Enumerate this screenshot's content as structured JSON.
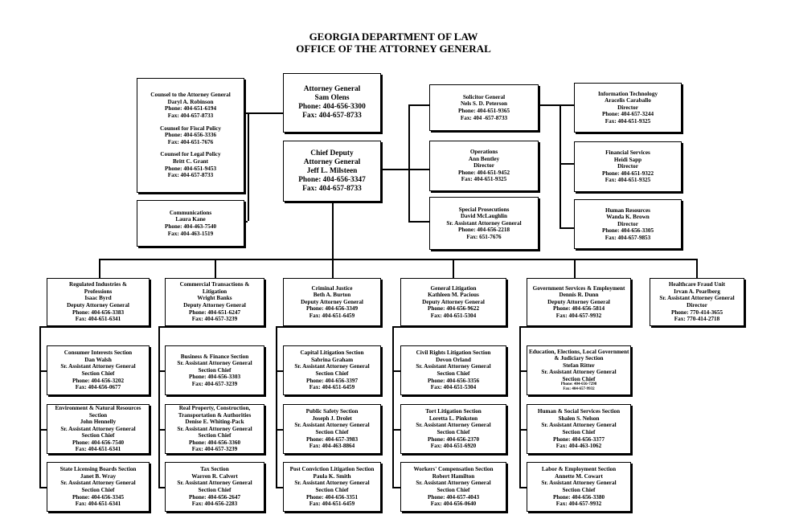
{
  "header": {
    "line1": "GEORGIA DEPARTMENT OF LAW",
    "line2": "OFFICE OF THE ATTORNEY GENERAL"
  },
  "counsel_group": {
    "sections": [
      [
        "Counsel to the Attorney General",
        "Daryl A. Robinson",
        "Phone: 404-651-6194",
        "Fax: 404-657-8733"
      ],
      [
        "Counsel for Fiscal Policy",
        "Phone: 404-656-3336",
        "Fax: 404-651-7676"
      ],
      [
        "Counsel for Legal Policy",
        "Britt C. Grant",
        "Phone: 404-651-9453",
        "Fax: 404-657-8733"
      ]
    ]
  },
  "communications": [
    "Communications",
    "Laura Kane",
    "Phone: 404-463-7540",
    "Fax: 404-463-1519"
  ],
  "attorney_general": [
    "Attorney General",
    "Sam Olens",
    "Phone: 404-656-3300",
    "Fax: 404-657-8733"
  ],
  "chief_deputy": [
    "Chief Deputy",
    "Attorney General",
    "Jeff L. Milsteen",
    "Phone: 404-656-3347",
    "Fax: 404-657-8733"
  ],
  "solicitor_general": [
    "Solicitor General",
    "Nels S. D. Peterson",
    "Phone: 404-651-9365",
    "Fax: 404 -657-8733"
  ],
  "operations": [
    "Operations",
    "Ann Bentley",
    "Director",
    "Phone: 404-651-9452",
    "Fax: 404-651-9325"
  ],
  "special_prosecutions": [
    "Special Prosecutions",
    "David McLaughlin",
    "Sr. Assistant Attorney General",
    "Phone: 404-656-2218",
    "Fax: 651-7676"
  ],
  "information_technology": [
    "Information Technology",
    "Aracelis Caraballo",
    "Director",
    "Phone: 404-657-3244",
    "Fax: 404-651-9325"
  ],
  "financial_services": [
    "Financial Services",
    "Heidi Sapp",
    "Director",
    "Phone: 404-651-9322",
    "Fax: 404-651-9325"
  ],
  "human_resources": [
    "Human Resources",
    "Wanda K. Brown",
    "Director",
    "Phone: 404-656-3305",
    "Fax: 404-657-9853"
  ],
  "divisions": [
    {
      "head": [
        "Regulated Industries &",
        "Professions",
        "Isaac Byrd",
        "Deputy Attorney General",
        "Phone: 404-656-3383",
        "Fax: 404-651-6341"
      ],
      "sections": [
        [
          "Consumer Interests Section",
          "Dan Walsh",
          "Sr. Assistant Attorney General",
          "Section Chief",
          "Phone: 404-656-3202",
          "Fax: 404-656-0677"
        ],
        [
          "Environment & Natural Resources",
          "Section",
          "John Hennelly",
          "Sr. Assistant Attorney General",
          "Section Chief",
          "Phone: 404-656-7540",
          "Fax: 404-651-6341"
        ],
        [
          "State Licensing Boards Section",
          "Janet B. Wray",
          "Sr. Assistant Attorney General",
          "Section Chief",
          "Phone: 404-656-3345",
          "Fax: 404-651-6341"
        ]
      ]
    },
    {
      "head": [
        "Commercial Transactions &",
        "Litigation",
        "Wright Banks",
        "Deputy Attorney General",
        "Phone: 404-651-6247",
        "Fax: 404-657-3239"
      ],
      "sections": [
        [
          "Business & Finance Section",
          "Sr. Assistant Attorney General",
          "Section Chief",
          "Phone: 404-656-3303",
          "Fax: 404-657-3239"
        ],
        [
          "Real Property, Construction,",
          "Transportation & Authorities",
          "Denise E. Whiting-Pack",
          "Sr. Assistant Attorney General",
          "Section Chief",
          "Phone: 404-656-3360",
          "Fax: 404-657-3239"
        ],
        [
          "Tax Section",
          "Warren R. Calvert",
          "Sr. Assistant Attorney General",
          "Section Chief",
          "Phone: 404-656-2647",
          "Fax: 404-656-2283"
        ]
      ]
    },
    {
      "head": [
        "Criminal Justice",
        "Beth A. Burton",
        "Deputy Attorney General",
        "Phone: 404-656-3349",
        "Fax: 404-651-6459"
      ],
      "sections": [
        [
          "Capital Litigation Section",
          "Sabrina Graham",
          "Sr. Assistant Attorney General",
          "Section Chief",
          "Phone: 404-656-3397",
          "Fax: 404-651-6459"
        ],
        [
          "Public Safety Section",
          "Joseph J. Drolet",
          "Sr. Assistant Attorney General",
          "Section Chief",
          "Phone: 404-657-3983",
          "Fax: 404-463-8864"
        ],
        [
          "Post Conviction Litigation Section",
          "Paula K. Smith",
          "Sr. Assistant Attorney General",
          "Section Chief",
          "Phone: 404-656-3351",
          "Fax: 404-651-6459"
        ]
      ]
    },
    {
      "head": [
        "General Litigation",
        "Kathleen M. Pacious",
        "Deputy Attorney General",
        "Phone: 404-656-9622",
        "Fax: 404-651-5304"
      ],
      "sections": [
        [
          "Civil Rights Litigation Section",
          "Devon Orland",
          "Sr. Assistant Attorney General",
          "Section Chief",
          "Phone: 404-656-3356",
          "Fax: 404-651-5304"
        ],
        [
          "Tort Litigation Section",
          "Loretta L. Pinkston",
          "Sr. Assistant Attorney General",
          "Section Chief",
          "Phone: 404-656-2370",
          "Fax: 404-651-6920"
        ],
        [
          "Workers' Compensation Section",
          "Robert Hamilton",
          "Sr. Assistant Attorney General",
          "Section Chief",
          "Phone: 404-657-4043",
          "Fax: 404-656-0640"
        ]
      ]
    },
    {
      "head": [
        "Government Services & Employment",
        "Dennis R. Dunn",
        "Deputy Attorney General",
        "Phone: 404-656-5814",
        "Fax: 404-657-9932"
      ],
      "sections": [
        [
          "Education, Elections, Local Government",
          "& Judiciary Section",
          "Stefan Ritter",
          "Sr. Assistant Attorney General",
          "Section Chief",
          "Phone: 404-656-7298",
          "Fax: 404-657-9932"
        ],
        [
          "Human & Social Services Section",
          "Shalen S. Nelson",
          "Sr. Assistant Attorney General",
          "Section Chief",
          "Phone: 404-656-3377",
          "Fax: 404-463-1062"
        ],
        [
          "Labor & Employment Section",
          "Annette M. Cowart",
          "Sr. Assistant Attorney General",
          "Section Chief",
          "Phone: 404-656-3380",
          "Fax: 404-657-9932"
        ]
      ]
    },
    {
      "head": [
        "Healthcare Fraud Unit",
        "Irvan A. Pearlberg",
        "Sr. Assistant Attorney General",
        "Director",
        "Phone: 770-414-3655",
        "Fax: 770-414-2718"
      ],
      "sections": []
    }
  ]
}
